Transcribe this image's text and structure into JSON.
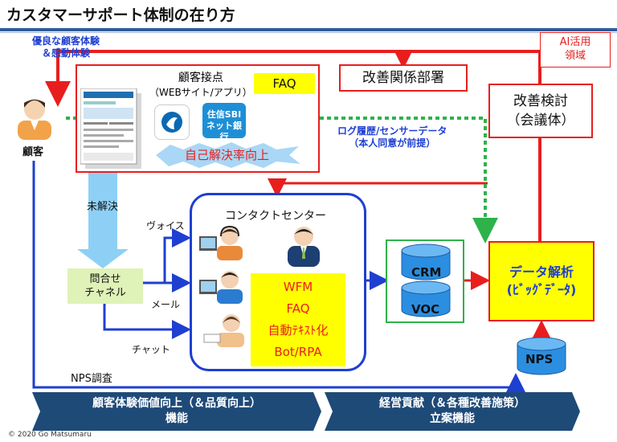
{
  "title": "カスタマーサポート体制の在り方",
  "customer_experience": [
    "優良な顧客体験",
    "＆感動体験"
  ],
  "ai_area": [
    "AI活用",
    "領域"
  ],
  "customer": "顧客",
  "touchpoint": {
    "title": "顧客接点",
    "subtitle": "（WEBサイト/アプリ）",
    "faq": "FAQ",
    "bank_logo": [
      "住信SBI",
      "ネット銀行"
    ],
    "self_solve": "自己解決率向上"
  },
  "improvement_dept": "改善関係部署",
  "improvement_review": [
    "改善検討",
    "（会議体）"
  ],
  "log_note": [
    "ログ履歴/センサーデータ",
    "（本人同意が前提）"
  ],
  "unresolved": "未解決",
  "inquiry_channel": [
    "問合せ",
    "チャネル"
  ],
  "channels": {
    "voice": "ヴォイス",
    "mail": "メール",
    "chat": "チャット"
  },
  "contact_center": {
    "title": "コンタクトセンター",
    "tools": [
      "WFM",
      "FAQ",
      "自動ﾃｷｽﾄ化",
      "Bot/RPA"
    ]
  },
  "crm": "CRM",
  "voc": "VOC",
  "data_analysis": [
    "データ解析",
    "(ﾋﾞｯｸﾞﾃﾞｰﾀ)"
  ],
  "nps": "NPS",
  "nps_survey": "NPS調査",
  "banner_left": [
    "顧客体験価値向上（＆品質向上）",
    "機能"
  ],
  "banner_right": [
    "経営貢献（＆各種改善施策）",
    "立案機能"
  ],
  "copyright": "© 2020 Go Matsumaru",
  "colors": {
    "red": "#e81e1e",
    "blue": "#1f3fd1",
    "green": "#2fb24a",
    "navy": "#1e4a78",
    "yellow": "#ffff00",
    "light_blue": "#8ed0f5"
  }
}
